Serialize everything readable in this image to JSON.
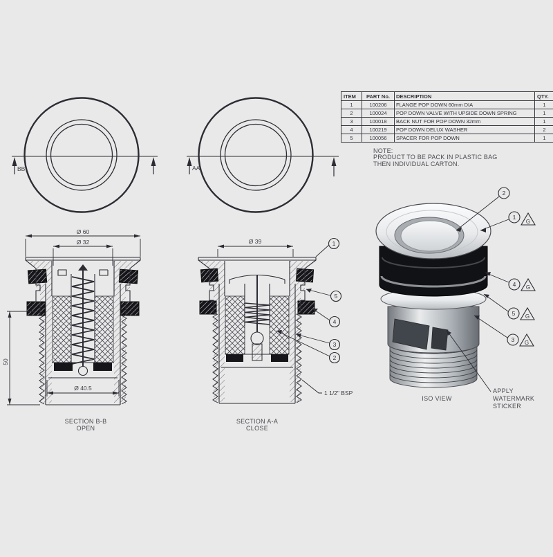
{
  "top_views": {
    "bb_label": "BB",
    "aa_label": "AA"
  },
  "parts_table": {
    "headers": [
      "ITEM",
      "PART No.",
      "DESCRIPTION",
      "QTY."
    ],
    "rows": [
      [
        "1",
        "100206",
        "FLANGE POP DOWN 60mm DIA",
        "1"
      ],
      [
        "2",
        "100024",
        "POP DOWN VALVE WITH UPSIDE DOWN SPRING",
        "1"
      ],
      [
        "3",
        "100018",
        "BACK NUT FOR POP DOWN 32mm",
        "1"
      ],
      [
        "4",
        "100219",
        "POP DOWN DELUX WASHER",
        "2"
      ],
      [
        "5",
        "100056",
        "SPACER FOR POP DOWN",
        "1"
      ]
    ]
  },
  "note": {
    "title": "NOTE:",
    "line1": "PRODUCT TO BE PACK IN PLASTIC BAG",
    "line2": "THEN INDIVIDUAL CARTON."
  },
  "section_bb": {
    "dim_outer": "Ø 60",
    "dim_inner": "Ø 32",
    "dim_bottom": "Ø 40.5",
    "dim_height": "50",
    "label": "SECTION B-B",
    "state": "OPEN"
  },
  "section_aa": {
    "dim_top": "Ø 39",
    "thread_spec": "1 1/2\" BSP",
    "label": "SECTION A-A",
    "state": "CLOSE",
    "balloons": [
      "1",
      "5",
      "4",
      "3",
      "2"
    ]
  },
  "iso": {
    "balloons": [
      "2",
      "1",
      "4",
      "5",
      "3"
    ],
    "flag": "G",
    "sticker": [
      "APPLY",
      "WATERMARK",
      "STICKER"
    ],
    "label": "ISO VIEW"
  },
  "colors": {
    "background": "#e9e9e9",
    "line": "#2c2c34",
    "text": "#4b4b53",
    "rubber_black": "#121212",
    "chrome_light": "#f4f5f6",
    "metal_mid": "#9aa0a5"
  }
}
